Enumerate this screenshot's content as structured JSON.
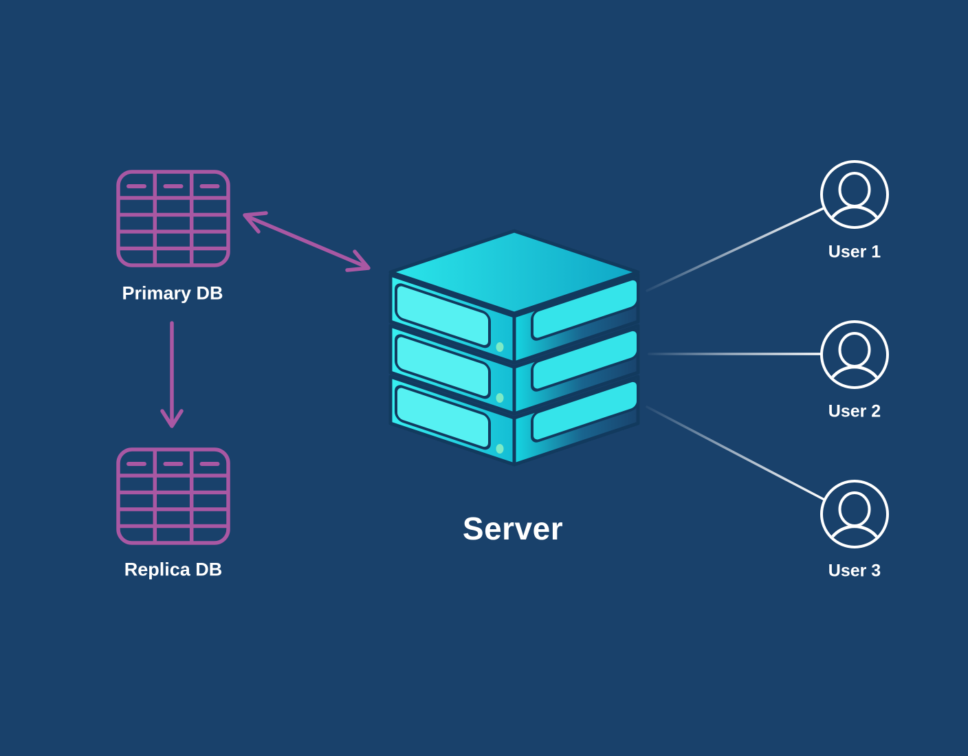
{
  "canvas": {
    "background": "#19416b"
  },
  "palette": {
    "db_purple": "#a958a3",
    "server_cyan_bright": "#38eff1",
    "server_teal": "#14bdd4",
    "server_navy_outline": "#123a5e",
    "led_green": "#7deac6",
    "line_white": "#ffffff",
    "label_white": "#ffffff"
  },
  "nodes": {
    "server": {
      "label": "Server",
      "type": "server-stack",
      "units": 3
    },
    "primary_db": {
      "label": "Primary DB",
      "type": "database-table"
    },
    "replica_db": {
      "label": "Replica DB",
      "type": "database-table"
    },
    "users": [
      {
        "label": "User 1"
      },
      {
        "label": "User 2"
      },
      {
        "label": "User 3"
      }
    ]
  },
  "connections": [
    {
      "from": "Primary DB",
      "to": "Server",
      "type": "bidirectional-arrow",
      "color": "#a958a3"
    },
    {
      "from": "Primary DB",
      "to": "Replica DB",
      "type": "arrow",
      "color": "#a958a3"
    },
    {
      "from": "Server",
      "to": "User 1",
      "type": "fading-line",
      "color": "#ffffff"
    },
    {
      "from": "Server",
      "to": "User 2",
      "type": "fading-line",
      "color": "#ffffff"
    },
    {
      "from": "Server",
      "to": "User 3",
      "type": "fading-line",
      "color": "#ffffff"
    }
  ]
}
